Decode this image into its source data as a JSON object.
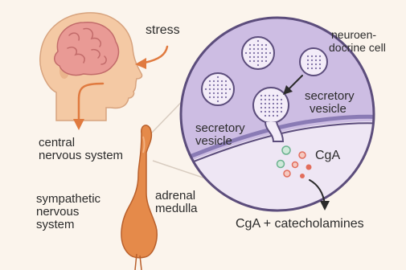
{
  "labels": {
    "stress": "stress",
    "neuroendocrine_cell_line1": "neuroen-",
    "neuroendocrine_cell_line2": "docrine cell",
    "secretory_vesicle_right_line1": "secretory",
    "secretory_vesicle_right_line2": "vesicle",
    "secretory_vesicle_left_line1": "secretory",
    "secretory_vesicle_left_line2": "vesicle",
    "cga": "CgA",
    "central_nervous_system_line1": "central",
    "central_nervous_system_line2": "nervous system",
    "adrenal_medulla_line1": "adrenal",
    "adrenal_medulla_line2": "medulla",
    "sympathetic_nervous_system_line1": "sympathetic",
    "sympathetic_nervous_system_line2": "nervous",
    "sympathetic_nervous_system_line3": "system",
    "output": "CgA + catecholamines"
  },
  "colors": {
    "background": "#fbf4ec",
    "head_skin": "#f4c9a4",
    "brain": "#e99a95",
    "arrow_orange": "#e07a3f",
    "adrenal_orange": "#e58a4a",
    "cell_purple": "#cdbde3",
    "cell_outline": "#5c4d7c",
    "membrane": "#8a7bb5",
    "granule_teal": "#6bb38f",
    "granule_red": "#e26d5c"
  },
  "icons": [
    "human-head-profile-icon",
    "brain-icon",
    "adrenal-gland-icon",
    "magnified-cell-icon",
    "secretory-vesicle-icon"
  ]
}
